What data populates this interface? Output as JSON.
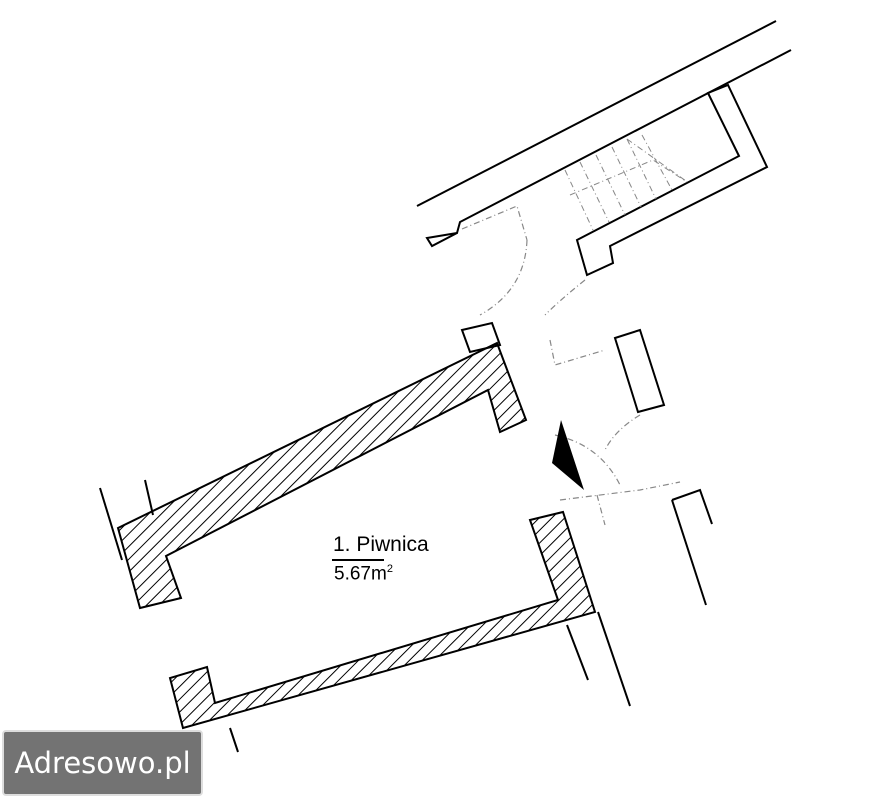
{
  "room": {
    "label": "1. Piwnica",
    "area_value": "5.67m",
    "area_unit_sup": "2"
  },
  "watermark": {
    "text": "Adresowo.pl"
  },
  "colors": {
    "line": "#000000",
    "dashed": "#888888",
    "watermark_bg": "#5a5a5a"
  }
}
